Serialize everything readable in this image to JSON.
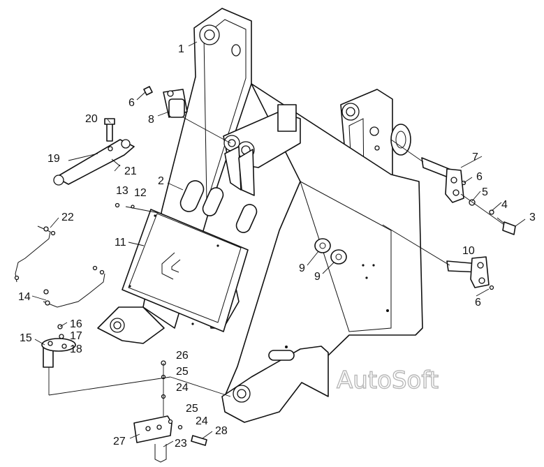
{
  "callouts": [
    {
      "text": "1"
    },
    {
      "text": "2"
    },
    {
      "text": "3"
    },
    {
      "text": "4"
    },
    {
      "text": "5"
    },
    {
      "text": "6"
    },
    {
      "text": "6"
    },
    {
      "text": "6"
    },
    {
      "text": "7"
    },
    {
      "text": "8"
    },
    {
      "text": "9"
    },
    {
      "text": "9"
    },
    {
      "text": "10"
    },
    {
      "text": "11"
    },
    {
      "text": "12"
    },
    {
      "text": "13"
    },
    {
      "text": "14"
    },
    {
      "text": "15"
    },
    {
      "text": "16"
    },
    {
      "text": "17"
    },
    {
      "text": "18"
    },
    {
      "text": "19"
    },
    {
      "text": "20"
    },
    {
      "text": "21"
    },
    {
      "text": "22"
    },
    {
      "text": "23"
    },
    {
      "text": "24"
    },
    {
      "text": "24"
    },
    {
      "text": "25"
    },
    {
      "text": "25"
    },
    {
      "text": "26"
    },
    {
      "text": "27"
    },
    {
      "text": "28"
    }
  ],
  "watermark": "AutoSoft",
  "colors": {
    "ink": "#111111",
    "paper": "#ffffff",
    "watermark": "#b8b8b8"
  }
}
